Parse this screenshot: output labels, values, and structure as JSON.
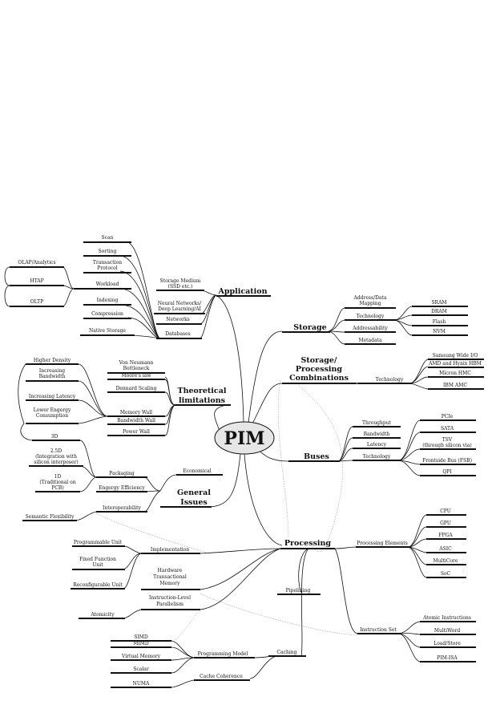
{
  "root": "PIM",
  "branches": {
    "application": "Application",
    "storage": "Storage",
    "storage_processing": [
      "Storage/",
      "Processing",
      "Combinations"
    ],
    "buses": "Buses",
    "processing": "Processing",
    "theoretical": [
      "Theoretical",
      "limitations"
    ],
    "general": [
      "General",
      "Issues"
    ]
  },
  "application": {
    "storage_medium": [
      "Storage Medium",
      "(SSD etc.)"
    ],
    "neural": [
      "Neural Networks/",
      "Deep Learning/AI"
    ],
    "networks": "Networks",
    "databases": "Databases",
    "scan": "Scan",
    "sorting": "Sorting",
    "transaction": [
      "Transaction",
      "Protocol"
    ],
    "workload": "Workload",
    "indexing": "Indexing",
    "compression": "Compression",
    "native_storage": "Native Storage",
    "olap": "OLAP/Analytics",
    "htap": "HTAP",
    "oltp": "OLTP"
  },
  "storage": {
    "address": [
      "Address/Data",
      "Mapping"
    ],
    "technology": "Technology",
    "addressability": "Addressability",
    "metadata": "Metadata",
    "sram": "SRAM",
    "dram": "DRAM",
    "flash": "Flash",
    "nvm": "NVM"
  },
  "combinations": {
    "technology": "Technology",
    "samsung": "Samsung Wide I/O",
    "amd": "AMD and Hynix HBM",
    "micron": "Micron HMC",
    "ibm": "IBM AMC"
  },
  "buses": {
    "throughput": "Throughput",
    "bandwidth": "Bandwidth",
    "latency": "Latency",
    "technology": "Technology",
    "pcie": "PCIe",
    "sata": "SATA",
    "tsv": [
      "TSV",
      "(through silicon via)"
    ],
    "fsb": "Frontside Bus (FSB)",
    "qpi": "QPI"
  },
  "processing": {
    "elements": "Processing Elements",
    "cpu": "CPU",
    "gpu": "GPU",
    "fpga": "FPGA",
    "asic": "ASIC",
    "multicore": "MultiCore",
    "soc": "SoC",
    "pipelining": "Pipelining",
    "instruction_set": "Instruction Set",
    "atomic_instructions": "Atomic Instructions",
    "multiword": "MultiWord",
    "load_store": "Load/Store",
    "pim_isa": "PIM-ISA",
    "caching": "Caching",
    "programming_model": "Programming Model",
    "cache_coherence": "Cache Coherence",
    "simd": "SIMD",
    "mimd": "MIMD",
    "virtual_memory": "Virtual Memory",
    "scalar": "Scalar",
    "numa": "NUMA",
    "implementation": "Implementation",
    "programmable_unit": "Programmable Unit",
    "fixed_function": [
      "Fixed Function",
      "Unit"
    ],
    "reconfigurable": "Reconfigurable Unit",
    "htm": [
      "Hardware",
      "Transactional",
      "Memory"
    ],
    "ilp": [
      "Instruction-Level",
      "Parallelism"
    ],
    "atomicity": "Atomicity"
  },
  "theoretical": {
    "von_neumann": [
      "Von Neumann",
      "Bottleneck"
    ],
    "moore": "Moore's law",
    "dennard": "Dennard Scaling",
    "memory_wall": "Memory Wall",
    "bandwidth_wall": "Bandwidth Wall",
    "power_wall": "Power Wall",
    "higher_density": "Higher Density",
    "increasing_bandwidth": [
      "Increasing",
      "Bandwidth"
    ],
    "increasing_latency": "Increasing Latency",
    "lower_energy": [
      "Lower Engergy",
      "Consumption"
    ]
  },
  "general": {
    "packaging": "Packaging",
    "economical": "Economical",
    "energy_efficiency": "Engergy Efficiency",
    "interoperability": "Interoperability",
    "semantic_flexibility": "Semantic Flexibility",
    "d3": "3D",
    "d25": [
      "2.5D",
      "(Integration with",
      "silicon interposer)"
    ],
    "d1": [
      "1D",
      "(Traditional on",
      "PCB)"
    ]
  }
}
